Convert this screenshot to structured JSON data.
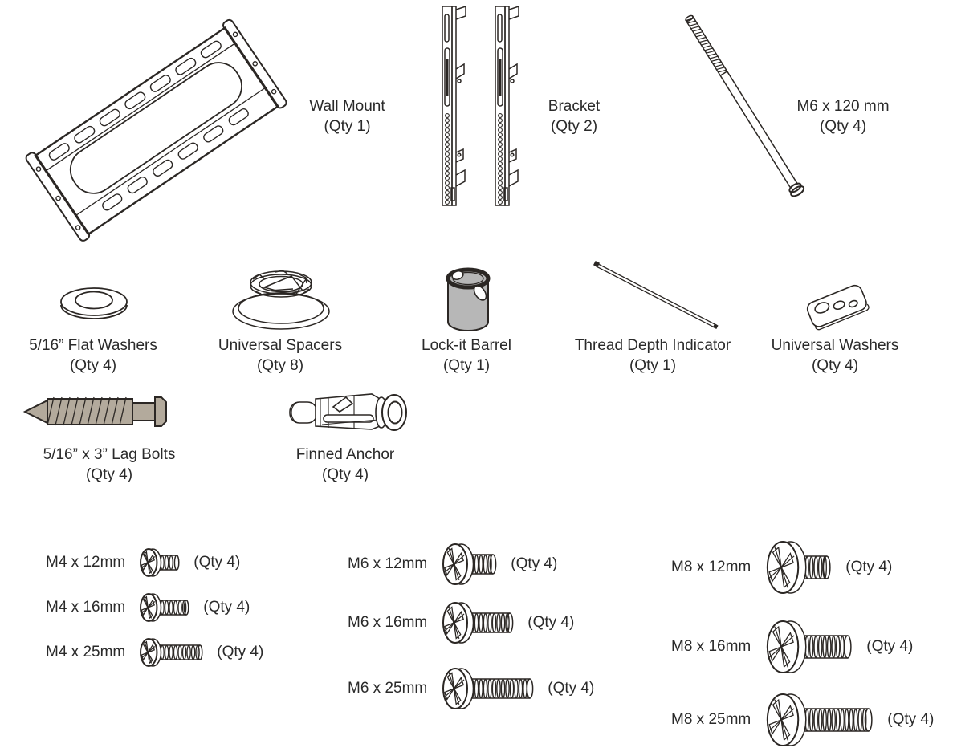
{
  "page": {
    "background": "#ffffff"
  },
  "colors": {
    "line": "#2b2724",
    "lag_bolt_fill": "#b3aa9c",
    "barrel_fill": "#b7b7b7",
    "text": "#2a2a2a"
  },
  "parts": [
    {
      "name": "Wall Mount",
      "qty": "(Qty 1)"
    },
    {
      "name": "Bracket",
      "qty": "(Qty 2)"
    },
    {
      "name": "M6 x 120 mm",
      "qty": "(Qty 4)"
    },
    {
      "name": "5/16” Flat Washers",
      "qty": "(Qty 4)"
    },
    {
      "name": "Universal Spacers",
      "qty": "(Qty 8)"
    },
    {
      "name": "Lock-it Barrel",
      "qty": "(Qty 1)"
    },
    {
      "name": "Thread Depth Indicator",
      "qty": "(Qty 1)"
    },
    {
      "name": "Universal Washers",
      "qty": "(Qty 4)"
    },
    {
      "name": "5/16” x 3” Lag Bolts",
      "qty": "(Qty 4)"
    },
    {
      "name": "Finned Anchor",
      "qty": "(Qty 4)"
    }
  ],
  "screws": [
    {
      "label": "M4 x 12mm",
      "qty": "(Qty 4)"
    },
    {
      "label": "M4 x 16mm",
      "qty": "(Qty 4)"
    },
    {
      "label": "M4 x 25mm",
      "qty": "(Qty 4)"
    },
    {
      "label": "M6 x 12mm",
      "qty": "(Qty 4)"
    },
    {
      "label": "M6 x 16mm",
      "qty": "(Qty 4)"
    },
    {
      "label": "M6 x 25mm",
      "qty": "(Qty 4)"
    },
    {
      "label": "M8 x 12mm",
      "qty": "(Qty 4)"
    },
    {
      "label": "M8 x 16mm",
      "qty": "(Qty 4)"
    },
    {
      "label": "M8 x 25mm",
      "qty": "(Qty 4)"
    }
  ]
}
